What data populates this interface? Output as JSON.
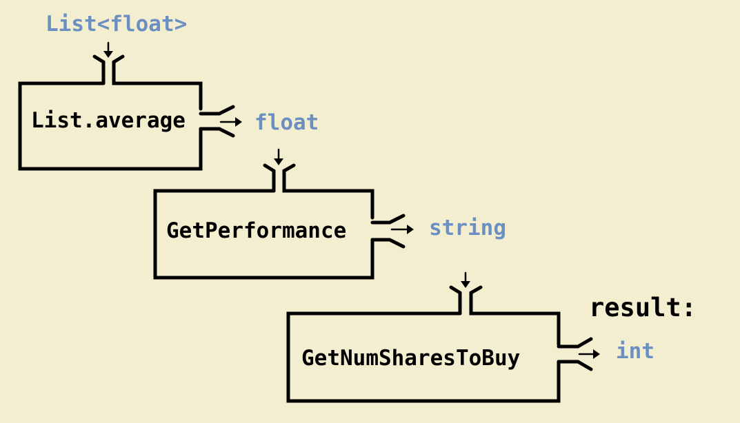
{
  "colors": {
    "background": "#f4eed1",
    "type_text": "#6b8fc0",
    "function_text": "#000000"
  },
  "input_type": "List<float>",
  "functions": [
    {
      "name": "List.average",
      "output_type": "float"
    },
    {
      "name": "GetPerformance",
      "output_type": "string"
    },
    {
      "name": "GetNumSharesToBuy",
      "output_type": "int"
    }
  ],
  "result_label": "result:"
}
